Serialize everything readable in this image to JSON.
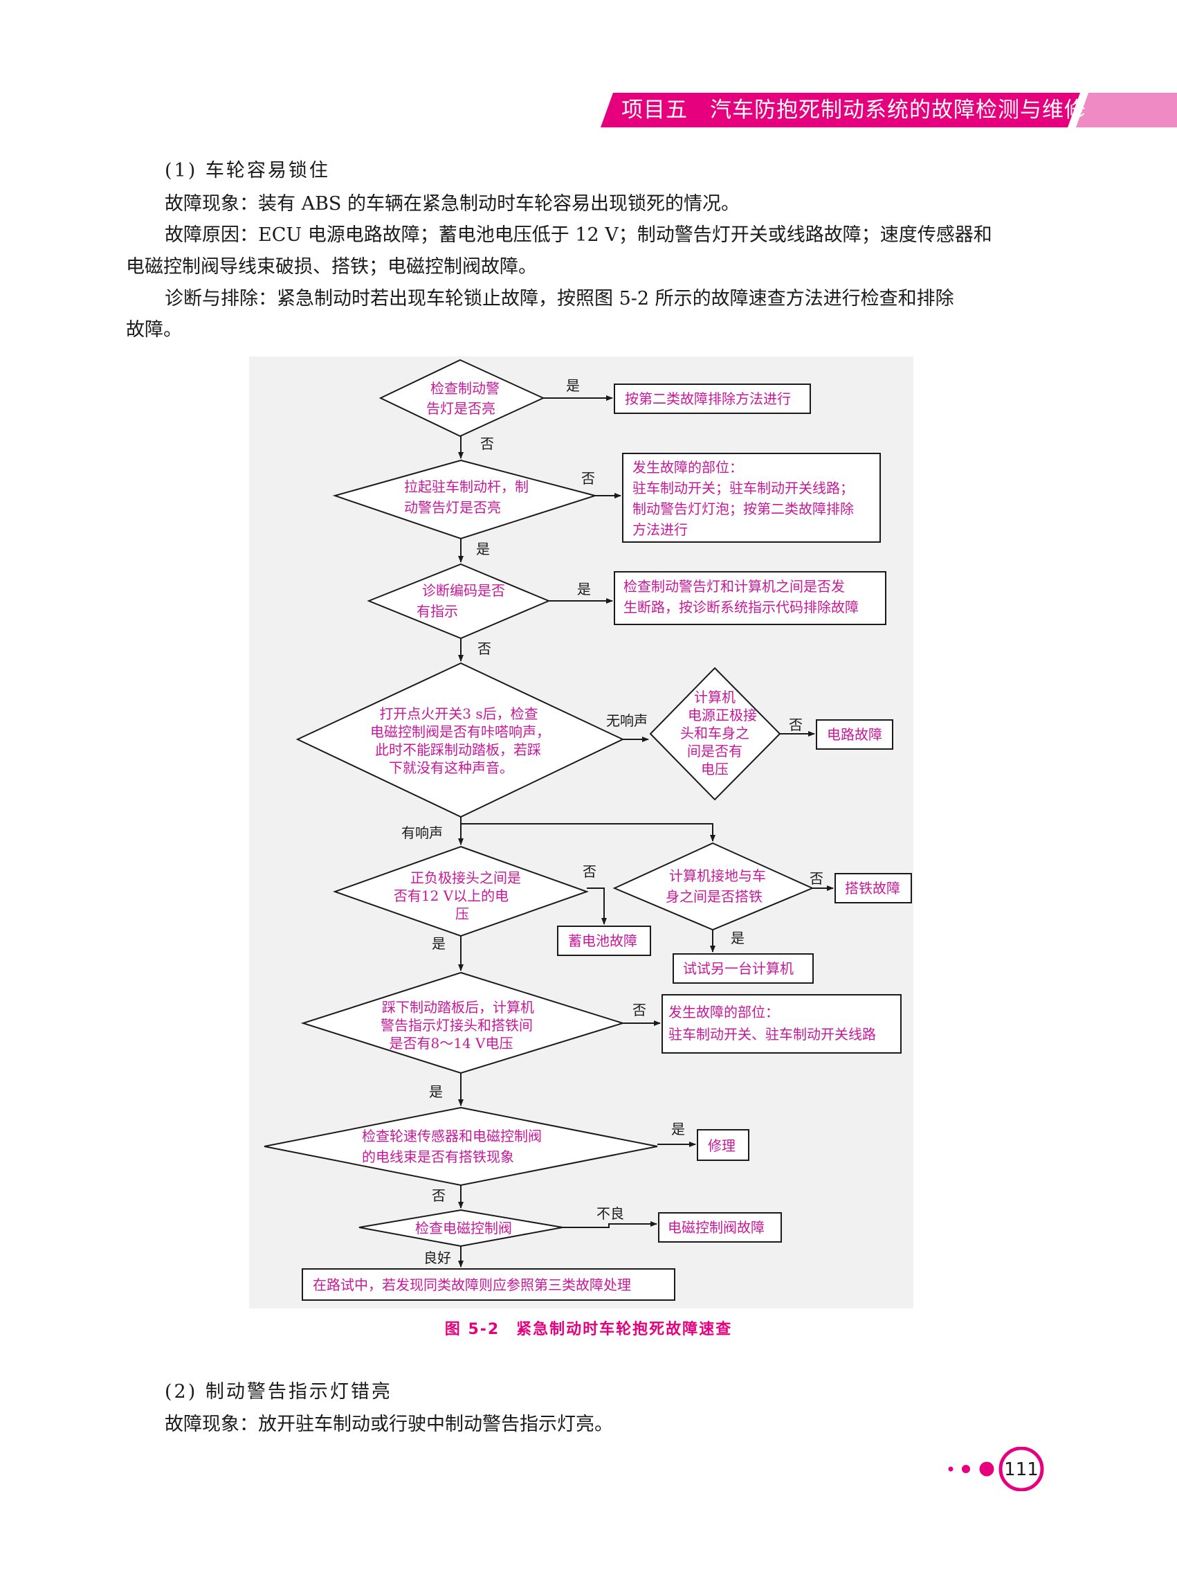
{
  "header": {
    "title": "项目五　汽车防抱死制动系统的故障检测与维修",
    "color": "#e6007e"
  },
  "section1": {
    "heading": "(1) 车轮容易锁住",
    "symptom": "故障现象：装有 ABS 的车辆在紧急制动时车轮容易出现锁死的情况。",
    "cause_line1": "故障原因：ECU 电源电路故障；蓄电池电压低于 12 V；制动警告灯开关或线路故障；速度传感器和",
    "cause_line2": "电磁控制阀导线束破损、搭铁；电磁控制阀故障。",
    "diagnosis_line1": "诊断与排除：紧急制动时若出现车轮锁止故障，按照图 5-2 所示的故障速查方法进行检查和排除",
    "diagnosis_line2": "故障。"
  },
  "flowchart": {
    "nodes": {
      "d1": [
        "检查制动警",
        "告灯是否亮"
      ],
      "b1": [
        "按第二类故障排除方法进行"
      ],
      "d2": [
        "拉起驻车制动杆，制",
        "动警告灯是否亮"
      ],
      "b2": [
        "发生故障的部位：",
        "驻车制动开关；驻车制动开关线路；",
        "制动警告灯灯泡；按第二类故障排除",
        "方法进行"
      ],
      "d3": [
        "诊断编码是否",
        "有指示"
      ],
      "b3": [
        "检查制动警告灯和计算机之间是否发",
        "生断路，按诊断系统指示代码排除故障"
      ],
      "d4": [
        "打开点火开关3 s后，检查",
        "电磁控制阀是否有咔嗒响声，",
        "此时不能踩制动踏板，若踩",
        "下就没有这种声音。"
      ],
      "d5": [
        "计算机",
        "电源正极接",
        "头和车身之",
        "间是否有",
        "电压"
      ],
      "b5": [
        "电路故障"
      ],
      "d6": [
        "正负极接头之间是",
        "否有12 V以上的电",
        "压"
      ],
      "b6": [
        "蓄电池故障"
      ],
      "d7": [
        "计算机接地与车",
        "身之间是否搭铁"
      ],
      "b7": [
        "搭铁故障"
      ],
      "b8": [
        "试试另一台计算机"
      ],
      "d8": [
        "踩下制动踏板后，计算机",
        "警告指示灯接头和搭铁间",
        "是否有8～14 V电压"
      ],
      "b9": [
        "发生故障的部位：",
        "驻车制动开关、驻车制动开关线路"
      ],
      "d9": [
        "检查轮速传感器和电磁控制阀",
        "的电线束是否有搭铁现象"
      ],
      "b10": [
        "修理"
      ],
      "d10": [
        "检查电磁控制阀"
      ],
      "b11": [
        "电磁控制阀故障"
      ],
      "b12": [
        "在路试中，若发现同类故障则应参照第三类故障处理"
      ]
    },
    "labels": {
      "l1": "是",
      "l2": "否",
      "l3": "否",
      "l4": "是",
      "l5": "是",
      "l6": "否",
      "l7": "无响声",
      "l8": "否",
      "l9": "有响声",
      "l10": "否",
      "l11": "否",
      "l12": "是",
      "l13": "是",
      "l14": "否",
      "l15": "是",
      "l16": "是",
      "l17": "否",
      "l18": "不良",
      "l19": "良好"
    },
    "node_color": "#c8189a",
    "line_color": "#1a1a1a"
  },
  "figure_caption": "图 5-2　紧急制动时车轮抱死故障速查",
  "section2": {
    "heading": "(2) 制动警告指示灯错亮",
    "symptom": "故障现象：放开驻车制动或行驶中制动警告指示灯亮。"
  },
  "page_number": "111"
}
